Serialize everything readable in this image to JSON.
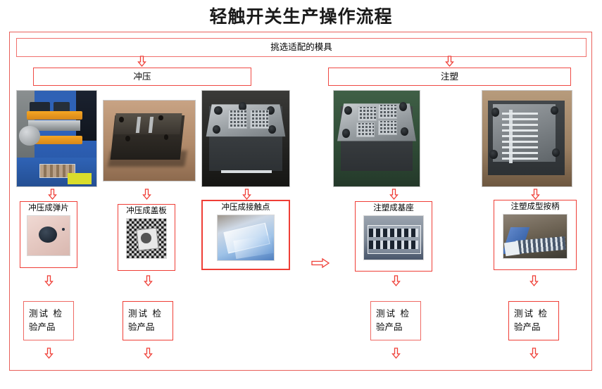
{
  "page": {
    "title": "轻触开关生产操作流程"
  },
  "flow": {
    "header": {
      "label": "挑选适配的模具",
      "name": "select-matching-mold"
    },
    "branches": [
      {
        "label": "冲压",
        "name": "stamping"
      },
      {
        "label": "注塑",
        "name": "injection-molding"
      }
    ],
    "equipment_photos": [
      {
        "name": "stamping-press-photo",
        "caption": ""
      },
      {
        "name": "stamping-die-photo",
        "caption": ""
      },
      {
        "name": "contact-point-mold-photo",
        "caption": ""
      },
      {
        "name": "injection-base-mold-photo",
        "caption": ""
      },
      {
        "name": "injection-handle-mold-photo",
        "caption": ""
      }
    ],
    "products": [
      {
        "label": "冲压成弹片",
        "name": "stamped-dome"
      },
      {
        "label": "冲压成盖板",
        "name": "stamped-cover-plate"
      },
      {
        "label": "冲压成接触点",
        "name": "stamped-contact-point"
      },
      {
        "label": "注塑成基座",
        "name": "molded-base"
      },
      {
        "label": "注塑成型按柄",
        "name": "molded-handle"
      }
    ],
    "tests": [
      {
        "line1": "测试 检",
        "line2": "验产品"
      },
      {
        "line1": "测试 检",
        "line2": "验产品"
      },
      {
        "line1": "测试 检",
        "line2": "验产品"
      },
      {
        "line1": "测试 检",
        "line2": "验产品"
      }
    ],
    "arrows": {
      "down_icon": "arrow-down-icon",
      "right_icon": "arrow-right-icon",
      "count_down": 15,
      "count_right": 1
    }
  },
  "colors": {
    "accent_red": "#ef3e36",
    "light_red": "#f08a87",
    "frame_red": "#e8605a",
    "title_text": "#1a1a1a",
    "background": "#ffffff"
  }
}
